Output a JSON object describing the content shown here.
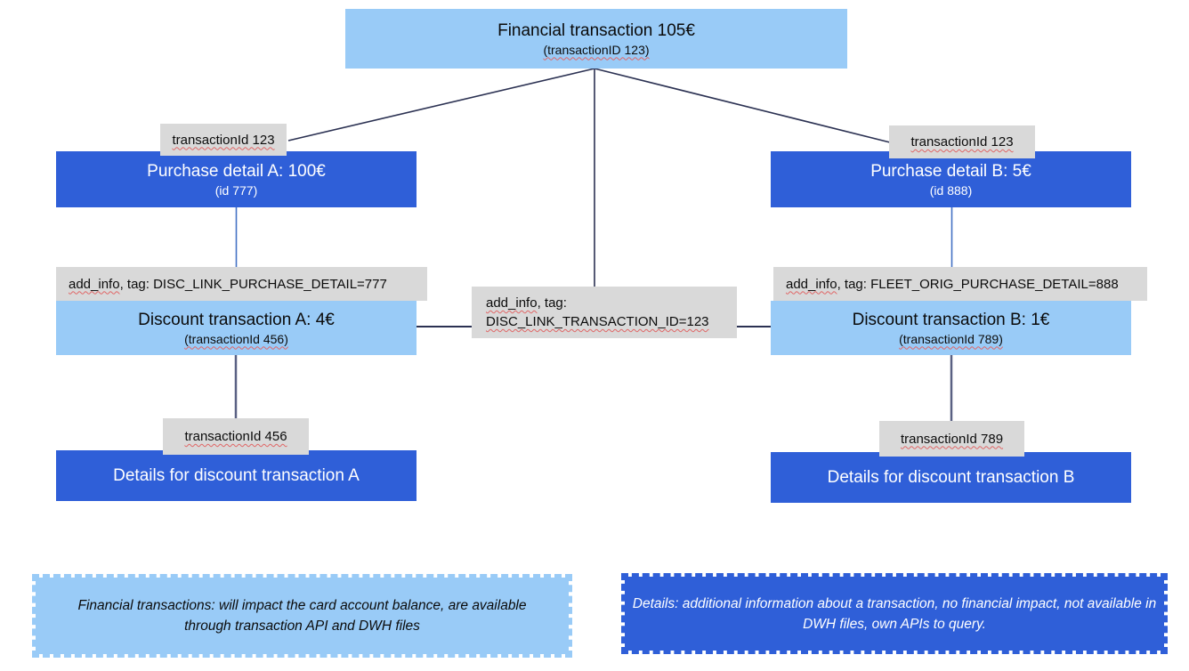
{
  "diagram": {
    "financial_transaction": {
      "title": "Financial transaction 105€",
      "subtitle": "(transactionID 123)"
    },
    "purchase_a": {
      "link_label": "transactionId 123",
      "title": "Purchase detail A: 100€",
      "subtitle": "(id 777)"
    },
    "purchase_b": {
      "link_label": "transactionId 123",
      "title": "Purchase detail B: 5€",
      "subtitle": "(id 888)"
    },
    "discount_a": {
      "tag_prefix": "add_info",
      "tag_rest": ", tag: DISC_LINK_PURCHASE_DETAIL=777",
      "title": "Discount transaction A: 4€",
      "subtitle": "(transactionId 456)"
    },
    "discount_b": {
      "tag_prefix": "add_info",
      "tag_rest": ", tag: FLEET_ORIG_PURCHASE_DETAIL=888",
      "title": "Discount transaction B: 1€",
      "subtitle": "(transactionId 789)"
    },
    "center_tag": {
      "prefix": "add_info",
      "rest": ", tag:",
      "line2": "DISC_LINK_TRANSACTION_ID=123"
    },
    "details_a": {
      "link_label": "transactionId 456",
      "title": "Details for discount transaction A"
    },
    "details_b": {
      "link_label": "transactionId 789",
      "title": "Details for discount transaction B"
    },
    "legend_financial": {
      "text": "Financial transactions: will impact the card account balance, are available through transaction API and DWH files"
    },
    "legend_details": {
      "text": "Details: additional information about a transaction, no financial impact, not available in DWH files, own APIs to query."
    }
  },
  "colors": {
    "light_blue": "#99cbf7",
    "dark_blue": "#2f5fd8",
    "label_gray": "#d9d9d9",
    "line_dark": "#2b3152",
    "line_blue": "#4472c4",
    "line_slate": "#5a6183",
    "spellcheck_red": "#e06666"
  }
}
